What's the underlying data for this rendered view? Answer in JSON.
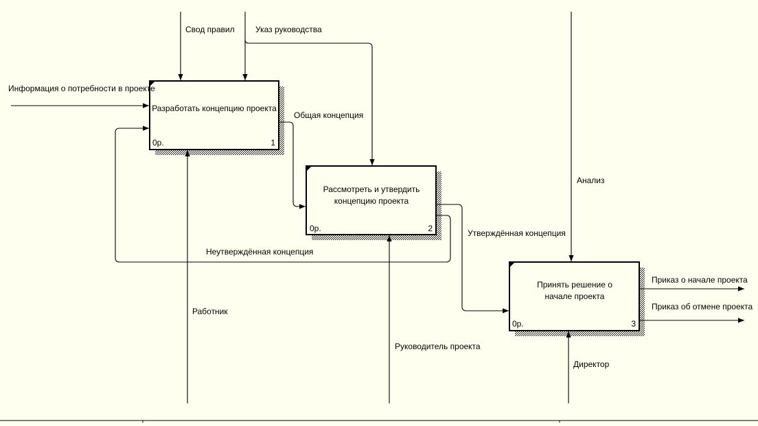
{
  "diagram": {
    "boxes": [
      {
        "title_lines": [
          "Разработать концепцию проекта"
        ],
        "cost": "0р.",
        "number": "1"
      },
      {
        "title_lines": [
          "Рассмотреть и утвердить",
          "концепцию проекта"
        ],
        "cost": "0р.",
        "number": "2"
      },
      {
        "title_lines": [
          "Принять решение о",
          "начале проекта"
        ],
        "cost": "0р.",
        "number": "3"
      }
    ],
    "arrow_labels": {
      "rules": "Свод правил",
      "management_order": "Указ руководства",
      "need_info": "Информация о потребности в проекте",
      "general_concept": "Общая концепция",
      "unapproved_concept": "Неутверждённая концепция",
      "approved_concept": "Утверждённая концепция",
      "analysis": "Анализ",
      "worker": "Работник",
      "project_manager": "Руководитель проекта",
      "director": "Директор",
      "start_order": "Приказ о начале проекта",
      "cancel_order": "Приказ об отмене проекта"
    }
  }
}
